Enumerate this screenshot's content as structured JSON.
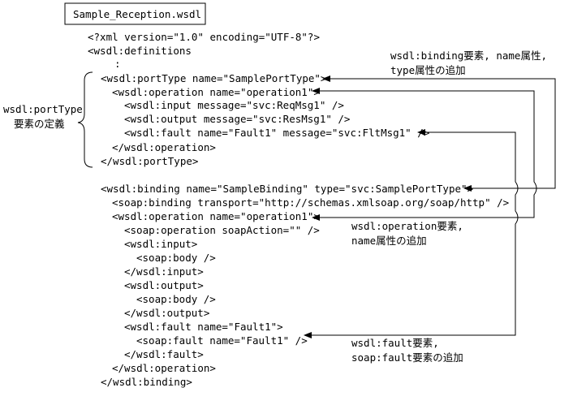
{
  "title": "Sample_Reception.wsdl",
  "code_lines": [
    "<?xml version=\"1.0\" encoding=\"UTF-8\"?>",
    "<wsdl:definitions",
    ":",
    "<wsdl:portType name=\"SamplePortType\">",
    "<wsdl:operation name=\"operation1\">",
    "<wsdl:input message=\"svc:ReqMsg1\" />",
    "<wsdl:output message=\"svc:ResMsg1\" />",
    "<wsdl:fault name=\"Fault1\" message=\"svc:FltMsg1\" />",
    "</wsdl:operation>",
    "</wsdl:portType>",
    "<wsdl:binding name=\"SampleBinding\" type=\"svc:SamplePortType\">",
    "<soap:binding transport=\"http://schemas.xmlsoap.org/soap/http\" />",
    "<wsdl:operation name=\"operation1\">",
    "<soap:operation soapAction=\"\" />",
    "<wsdl:input>",
    "<soap:body />",
    "</wsdl:input>",
    "<wsdl:output>",
    "<soap:body />",
    "</wsdl:output>",
    "<wsdl:fault name=\"Fault1\">",
    "<soap:fault name=\"Fault1\" />",
    "</wsdl:fault>",
    "</wsdl:operation>",
    "</wsdl:binding>"
  ],
  "left_label": [
    "wsdl:portType",
    "要素の定義"
  ],
  "notes": {
    "binding": [
      "wsdl:binding要素, name属性,",
      "type属性の追加"
    ],
    "operation": [
      "wsdl:operation要素,",
      "name属性の追加"
    ],
    "fault": [
      "wsdl:fault要素,",
      "soap:fault要素の追加"
    ]
  }
}
